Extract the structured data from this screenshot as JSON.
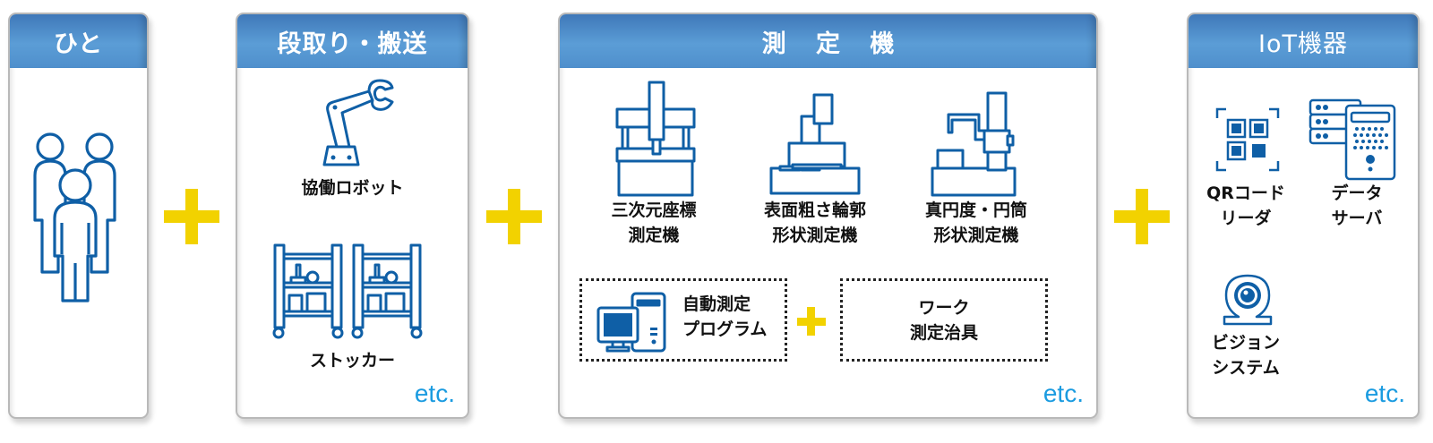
{
  "colors": {
    "header_blue": "#4f8fcc",
    "icon_blue": "#0f5fa6",
    "plus_yellow": "#f2d200",
    "etc_blue": "#1a9be0"
  },
  "panels": [
    {
      "title": "ひと",
      "items": [
        {
          "icon": "people-group-icon",
          "label": ""
        }
      ],
      "etc": ""
    },
    {
      "title": "段取り・搬送",
      "items": [
        {
          "icon": "robot-arm-icon",
          "label": "協働ロボット"
        },
        {
          "icon": "stocker-cart-icon",
          "label": "ストッカー"
        }
      ],
      "etc": "etc."
    },
    {
      "title": "測 定 機",
      "items": [
        {
          "icon": "cmm-machine-icon",
          "label_line1": "三次元座標",
          "label_line2": "測定機"
        },
        {
          "icon": "surface-roughness-machine-icon",
          "label_line1": "表面粗さ輪郭",
          "label_line2": "形状測定機"
        },
        {
          "icon": "roundness-machine-icon",
          "label_line1": "真円度・円筒",
          "label_line2": "形状測定機"
        }
      ],
      "subitems": [
        {
          "icon": "computer-icon",
          "label_line1": "自動測定",
          "label_line2": "プログラム"
        },
        {
          "icon": "",
          "label_line1": "ワーク",
          "label_line2": "測定治具"
        }
      ],
      "etc": "etc."
    },
    {
      "title": "IoT機器",
      "items": [
        {
          "icon": "qr-code-icon",
          "label_line1": "QRコード",
          "label_line2": "リーダ"
        },
        {
          "icon": "data-server-icon",
          "label_line1": "データ",
          "label_line2": "サーバ"
        },
        {
          "icon": "webcam-icon",
          "label_line1": "ビジョン",
          "label_line2": "システム"
        }
      ],
      "etc": "etc."
    }
  ],
  "connectors": [
    "plus-icon",
    "plus-icon",
    "plus-icon",
    "plus-icon"
  ]
}
